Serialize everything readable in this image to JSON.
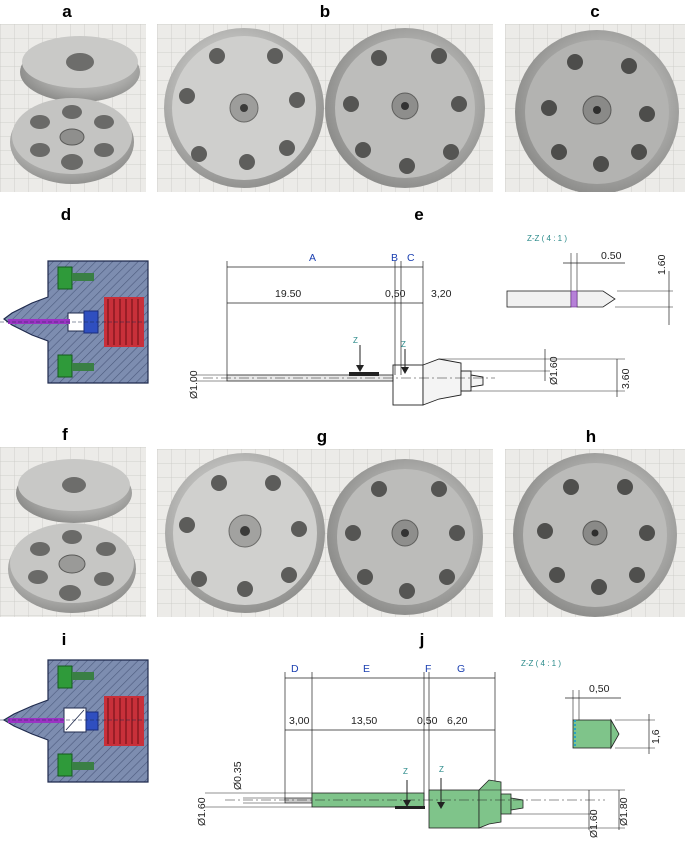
{
  "panels": {
    "a": "a",
    "b": "b",
    "c": "c",
    "d": "d",
    "e": "e",
    "f": "f",
    "g": "g",
    "h": "h",
    "i": "i",
    "j": "j"
  },
  "drawing_e": {
    "letters": {
      "A": "A",
      "B": "B",
      "C": "C"
    },
    "len_a": "19.50",
    "len_b": "0,50",
    "len_c": "3,20",
    "dia_tube": "Ø1.00",
    "dia_mid": "Ø1.60",
    "dia_end": "3.60",
    "section_mark": "Z",
    "section_title": "Z-Z ( 4 : 1 )",
    "sec_len": "0.50",
    "sec_dia": "1.60"
  },
  "drawing_j": {
    "letters": {
      "D": "D",
      "E": "E",
      "F": "F",
      "G": "G"
    },
    "len_d": "3,00",
    "len_e": "13,50",
    "len_f": "0,50",
    "len_g": "6,20",
    "dia_tip": "Ø0.35",
    "dia_left": "Ø1.60",
    "dia_r1": "Ø1.60",
    "dia_r2": "Ø1.80",
    "section_mark": "Z",
    "section_title": "Z-Z ( 4 : 1 )",
    "sec_len": "0,50",
    "sec_dia": "1,6"
  },
  "colors": {
    "dim_blue": "#1a3fb0",
    "section_teal": "#2a8a8a",
    "part_green": "#7fc48a",
    "seal_red": "#c8303a",
    "metal_blue": "#6c7fa8"
  }
}
